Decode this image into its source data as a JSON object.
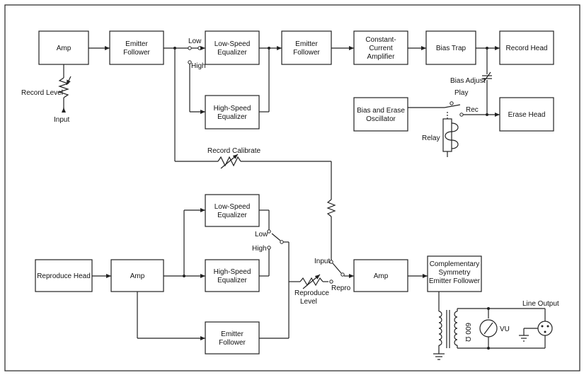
{
  "blocks": {
    "amp1": {
      "lines": [
        "Amp"
      ]
    },
    "ef1": {
      "lines": [
        "Emitter",
        "Follower"
      ]
    },
    "lse1": {
      "lines": [
        "Low-Speed",
        "Equalizer"
      ]
    },
    "hse1": {
      "lines": [
        "High-Speed",
        "Equalizer"
      ]
    },
    "ef2": {
      "lines": [
        "Emitter",
        "Follower"
      ]
    },
    "cca": {
      "lines": [
        "Constant-",
        "Current",
        "Amplifier"
      ]
    },
    "bias_trap": {
      "lines": [
        "Bias Trap"
      ]
    },
    "record_head": {
      "lines": [
        "Record Head"
      ]
    },
    "bias_osc": {
      "lines": [
        "Bias and Erase",
        "Oscillator"
      ]
    },
    "erase_head": {
      "lines": [
        "Erase Head"
      ]
    },
    "repro_head": {
      "lines": [
        "Reproduce Head"
      ]
    },
    "amp2": {
      "lines": [
        "Amp"
      ]
    },
    "lse2": {
      "lines": [
        "Low-Speed",
        "Equalizer"
      ]
    },
    "hse2": {
      "lines": [
        "High-Speed",
        "Equalizer"
      ]
    },
    "ef3": {
      "lines": [
        "Emitter",
        "Follower"
      ]
    },
    "amp3": {
      "lines": [
        "Amp"
      ]
    },
    "cse": {
      "lines": [
        "Complementary",
        "Symmetry",
        "Emitter Follower"
      ]
    }
  },
  "labels": {
    "low1": "Low",
    "high1": "High",
    "record_level": "Record Level",
    "input1": "Input",
    "bias_adjust": "Bias Adjust",
    "play": "Play",
    "rec": "Rec",
    "relay": "Relay",
    "record_calibrate": "Record Calibrate",
    "low2": "Low",
    "high2": "High",
    "input2": "Input",
    "repro": "Repro",
    "reproduce_level_1": "Reproduce",
    "reproduce_level_2": "Level",
    "line_output": "Line Output",
    "ohms": "600 Ω",
    "vu": "VU"
  }
}
